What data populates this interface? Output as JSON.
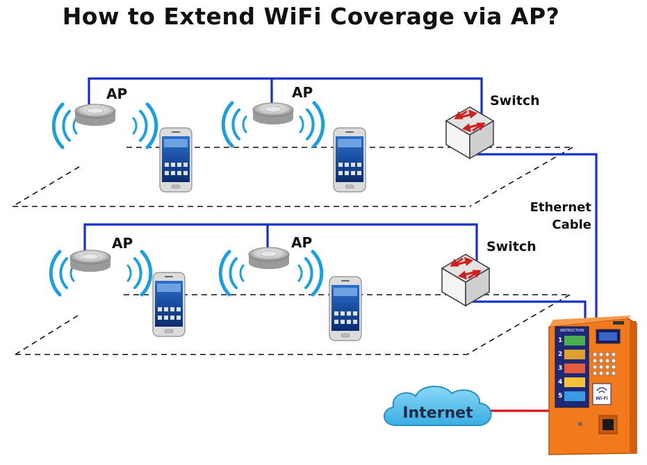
{
  "title": "How to Extend WiFi Coverage via AP?",
  "labels": {
    "ap": "AP",
    "switch": "Switch",
    "ethernet_line1": "Ethernet",
    "ethernet_line2": "Cable",
    "internet": "Internet"
  },
  "kiosk": {
    "panel_header": "INSTRUCTION",
    "steps": [
      "1",
      "2",
      "3",
      "4",
      "5"
    ],
    "wifi_badge": "Wi-Fi"
  },
  "colors": {
    "ethernet_line": "#1430c8",
    "internet_line": "#e01010",
    "wifi_wave": "#1aa0e0",
    "kiosk_body": "#f07a1c",
    "cloud": "#5cc4ee"
  }
}
